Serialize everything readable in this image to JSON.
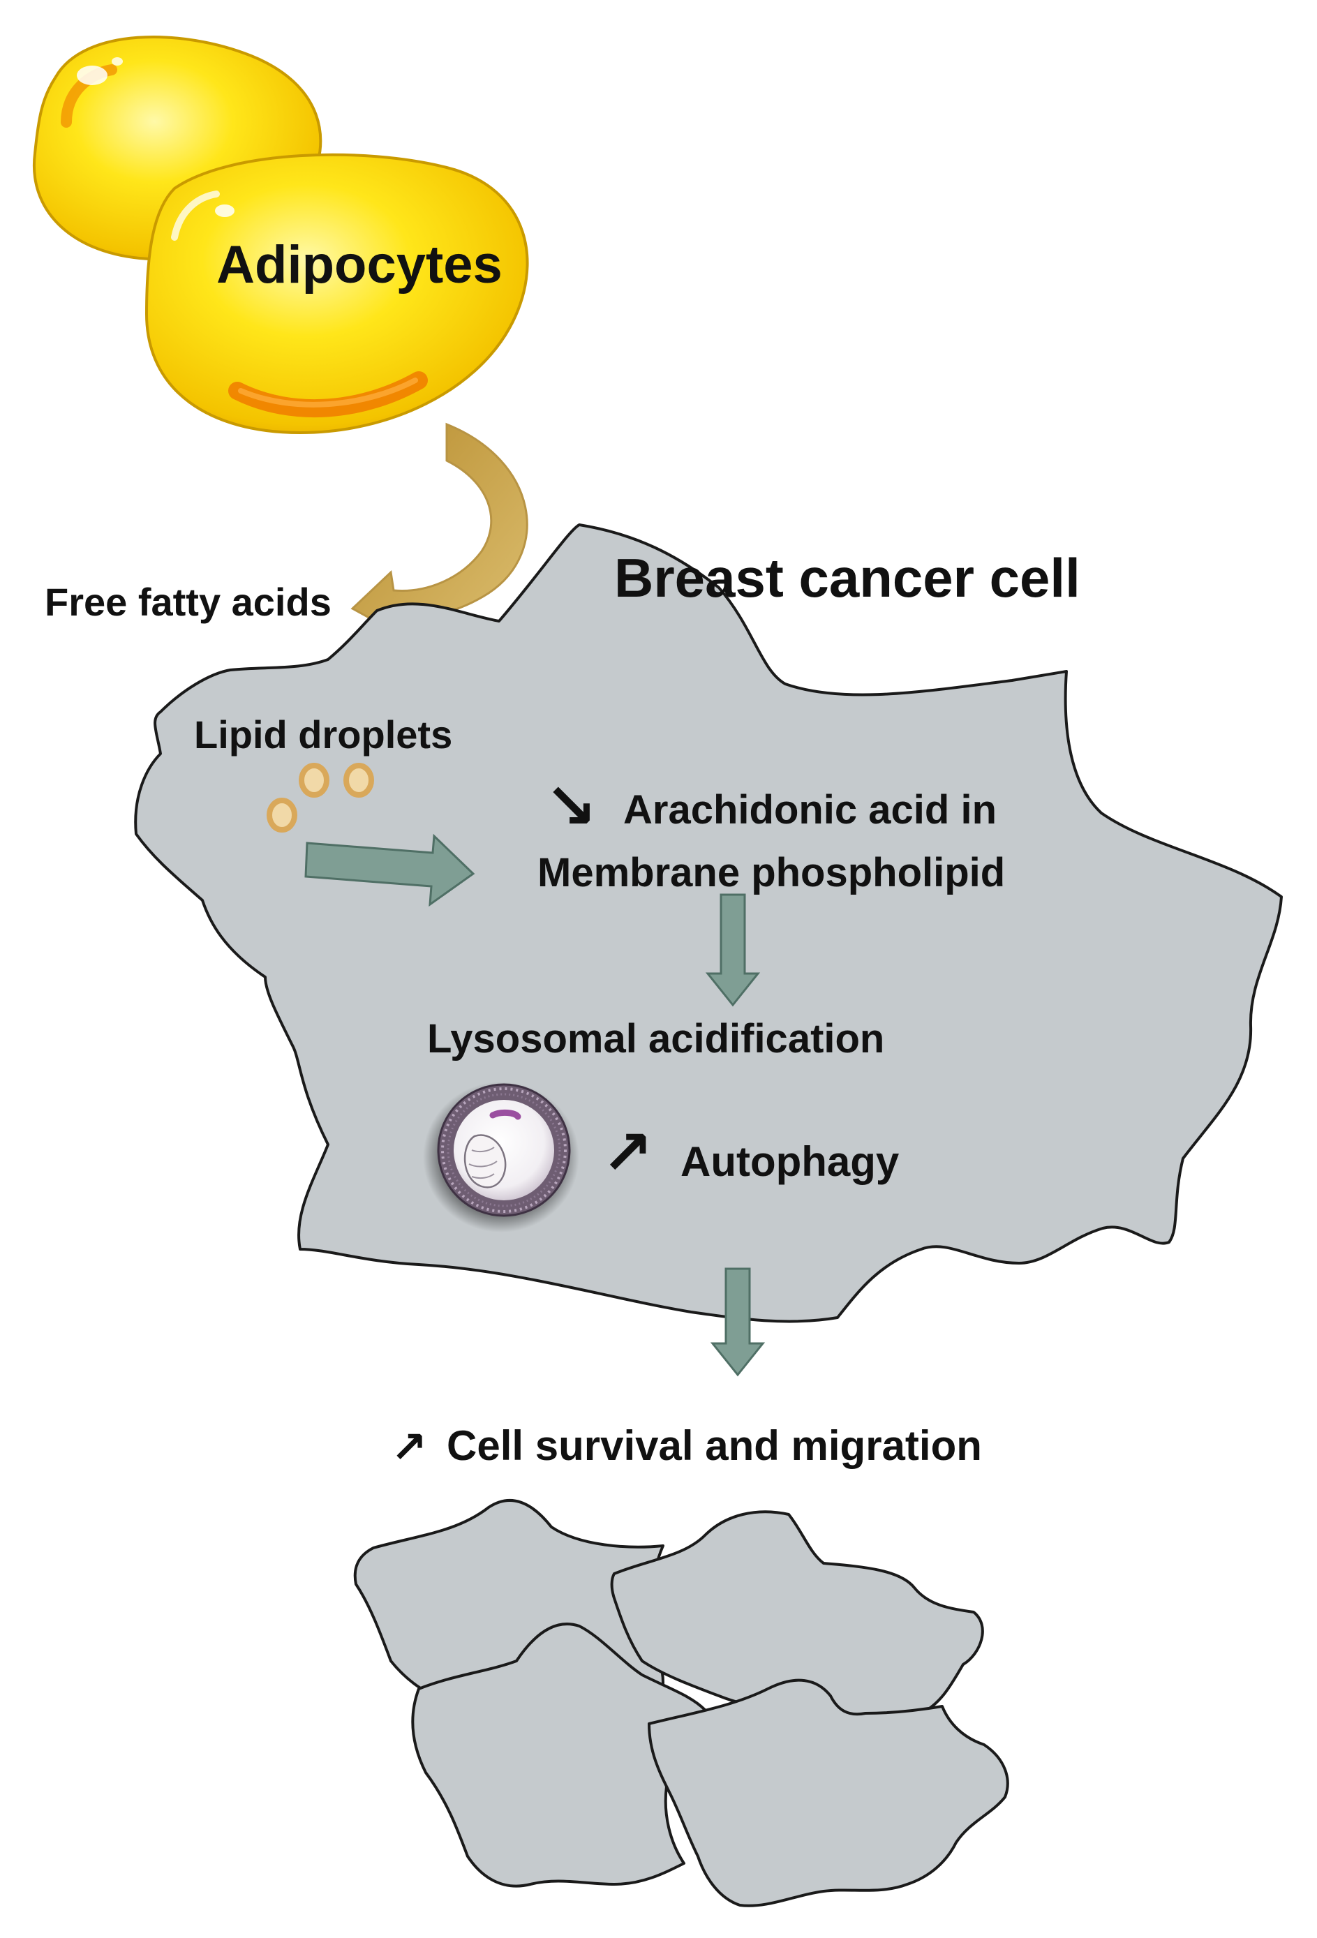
{
  "labels": {
    "adipocytes": "Adipocytes",
    "free_fatty_acids": "Free fatty acids",
    "breast_cancer_cell": "Breast cancer cell",
    "lipid_droplets": "Lipid droplets",
    "arachidonic_line1": "Arachidonic acid in",
    "arachidonic_line2": "Membrane phospholipid",
    "lysosomal_acidification": "Lysosomal acidification",
    "autophagy": "Autophagy",
    "cell_survival": "Cell survival and migration"
  },
  "indicators": {
    "decrease": "↘",
    "increase": "↗"
  },
  "colors": {
    "adipocyte_fill": "#f7d400",
    "adipocyte_edge": "#c99a00",
    "cell_fill": "#c5cacd",
    "arrow_green": "#7f9e94",
    "curved_arrow": "#c8a650",
    "droplet": "#d9a85a"
  }
}
